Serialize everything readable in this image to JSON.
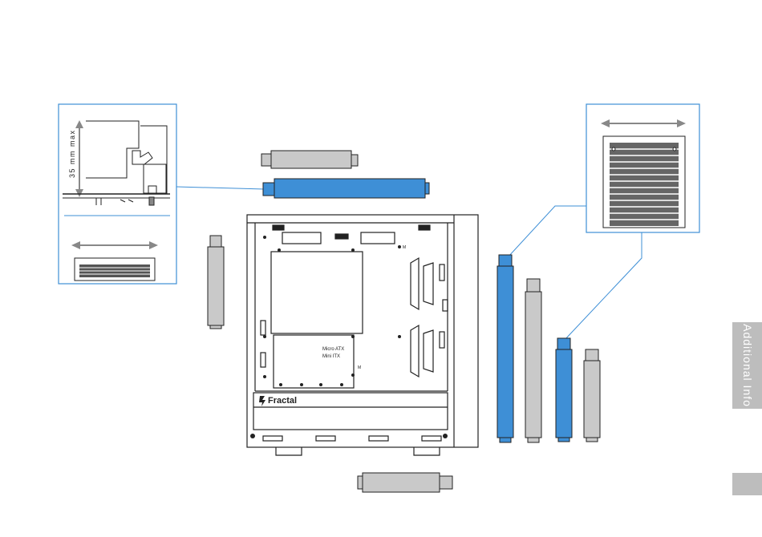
{
  "side_tab": {
    "label": "Additional Info"
  },
  "inset_left": {
    "height_label": "35 mm max"
  },
  "case": {
    "brand": "Fractal",
    "board_labels": [
      "Micro ATX",
      "Mini ITX"
    ],
    "marker_letter": "M"
  },
  "colors": {
    "accent_blue": "#3e8fd6",
    "gray_part": "#c9c9c9",
    "callout_line": "#3e8fd6",
    "tab_gray": "#bdbdbd"
  }
}
